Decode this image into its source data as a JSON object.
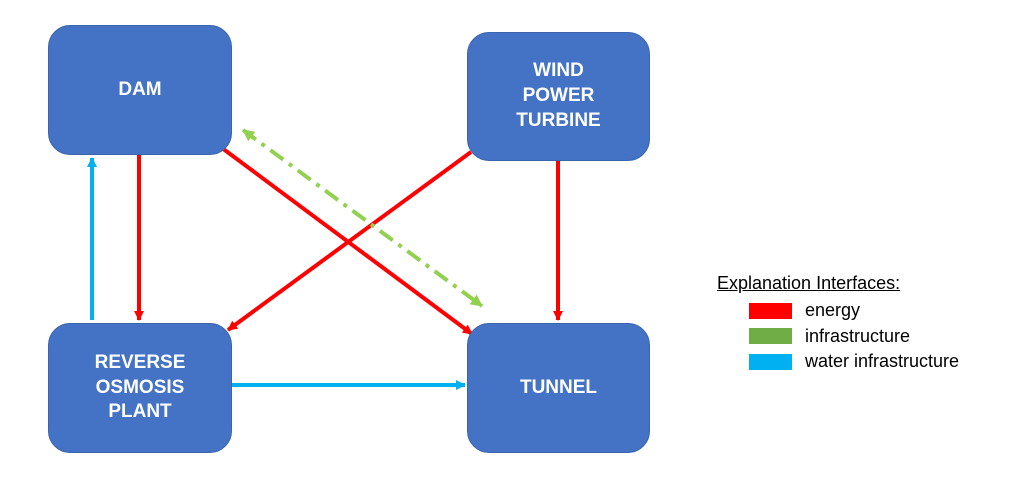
{
  "colors": {
    "node_fill": "#4472c4",
    "energy": "#ff0000",
    "infrastructure": "#70ad47",
    "infrastructure_line": "#92d050",
    "water_infrastructure": "#00b0f0"
  },
  "nodes": {
    "dam": "DAM",
    "wind": "WIND\nPOWER\nTURBINE",
    "reverse_osmosis": "REVERSE\nOSMOSIS\nPLANT",
    "tunnel": "TUNNEL"
  },
  "edges": [
    {
      "from": "dam",
      "to": "reverse_osmosis",
      "type": "energy",
      "direction": "forward"
    },
    {
      "from": "dam",
      "to": "tunnel",
      "type": "energy",
      "direction": "forward"
    },
    {
      "from": "wind",
      "to": "reverse_osmosis",
      "type": "energy",
      "direction": "forward"
    },
    {
      "from": "wind",
      "to": "tunnel",
      "type": "energy",
      "direction": "forward"
    },
    {
      "from": "reverse_osmosis",
      "to": "dam",
      "type": "water_infrastructure",
      "direction": "forward"
    },
    {
      "from": "reverse_osmosis",
      "to": "tunnel",
      "type": "water_infrastructure",
      "direction": "forward"
    },
    {
      "from": "dam",
      "to": "tunnel",
      "type": "infrastructure",
      "direction": "both",
      "style": "dash-dot"
    }
  ],
  "legend": {
    "title": "Explanation Interfaces:",
    "items": [
      {
        "label": "energy",
        "type": "energy"
      },
      {
        "label": "infrastructure",
        "type": "infrastructure"
      },
      {
        "label": "water infrastructure",
        "type": "water_infrastructure"
      }
    ]
  }
}
